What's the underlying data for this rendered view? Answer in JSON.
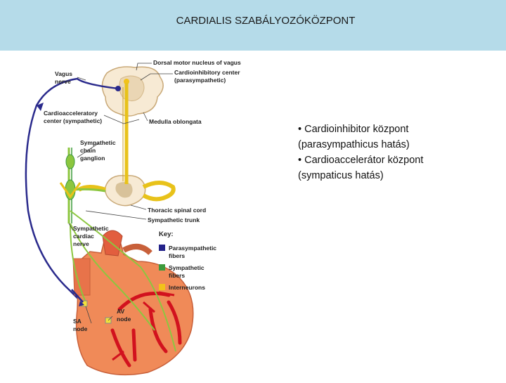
{
  "header": {
    "title": "CARDIALIS SZABÁLYOZÓKÖZPONT"
  },
  "diagram": {
    "labels": {
      "dorsal_motor": "Dorsal motor nucleus of vagus",
      "cardioinhibitory_1": "Cardioinhibitory center",
      "cardioinhibitory_2": "(parasympathetic)",
      "vagus_1": "Vagus",
      "vagus_2": "nerve",
      "cardioaccel_1": "Cardioacceleratory",
      "cardioaccel_2": "center (sympathetic)",
      "medulla": "Medulla oblongata",
      "sym_chain_1": "Sympathetic",
      "sym_chain_2": "chain",
      "sym_chain_3": "ganglion",
      "thoracic": "Thoracic spinal cord",
      "sym_trunk": "Sympathetic trunk",
      "sym_cardiac_1": "Sympathetic",
      "sym_cardiac_2": "cardiac",
      "sym_cardiac_3": "nerve",
      "av_1": "AV",
      "av_2": "node",
      "sa_1": "SA",
      "sa_2": "node"
    },
    "key": {
      "title": "Key:",
      "items": [
        {
          "label_1": "Parasympathetic",
          "label_2": "fibers",
          "color": "#24238a"
        },
        {
          "label_1": "Sympathetic",
          "label_2": "fibers",
          "color": "#3c9a3c"
        },
        {
          "label_1": "Interneurons",
          "label_2": "",
          "color": "#f2c21a"
        }
      ]
    },
    "colors": {
      "parasympathetic": "#2a2a8c",
      "sympathetic": "#8cc63f",
      "interneuron": "#e8c21a",
      "heart": "#f08a58",
      "vessels": "#d2121e"
    }
  },
  "bullets": [
    "• Cardioinhibitor központ",
    "(parasympathicus hatás)",
    "• Cardioaccelerátor központ",
    "(sympaticus hatás)"
  ]
}
